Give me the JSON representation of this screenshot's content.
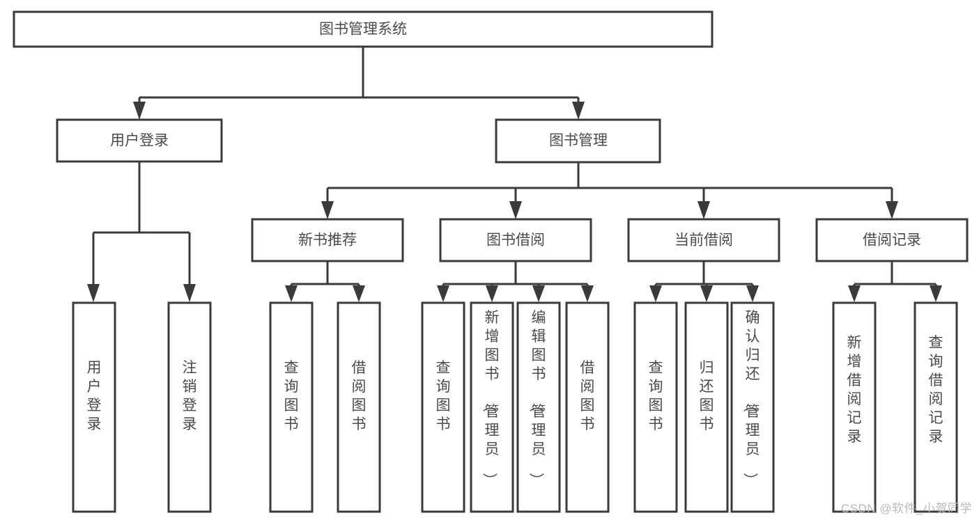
{
  "diagram": {
    "type": "tree-hierarchy-chart",
    "title": "图书管理系统",
    "watermark": "CSDN @软件_小贺同学",
    "colors": {
      "stroke": "#3a3a3a",
      "fill": "#ffffff",
      "text": "#4a4a4a",
      "background": "#ffffff",
      "watermark": "#b9b9b9"
    },
    "root": {
      "label": "图书管理系统"
    },
    "level1": [
      {
        "label": "用户登录"
      },
      {
        "label": "图书管理"
      }
    ],
    "level2": [
      {
        "label": "新书推荐"
      },
      {
        "label": "图书借阅"
      },
      {
        "label": "当前借阅"
      },
      {
        "label": "借阅记录"
      }
    ],
    "leaves": {
      "user_login": [
        {
          "label": "用户登录"
        },
        {
          "label": "注销登录"
        }
      ],
      "new_book_recommend": [
        {
          "label": "查询图书"
        },
        {
          "label": "借阅图书"
        }
      ],
      "book_borrow": [
        {
          "label": "查询图书"
        },
        {
          "label": "新增图书（管理员）"
        },
        {
          "label": "编辑图书（管理员）"
        },
        {
          "label": "借阅图书"
        }
      ],
      "current_borrow": [
        {
          "label": "查询图书"
        },
        {
          "label": "归还图书"
        },
        {
          "label": "确认归还（管理员）"
        }
      ],
      "borrow_records": [
        {
          "label": "新增借阅记录"
        },
        {
          "label": "查询借阅记录"
        }
      ]
    }
  }
}
